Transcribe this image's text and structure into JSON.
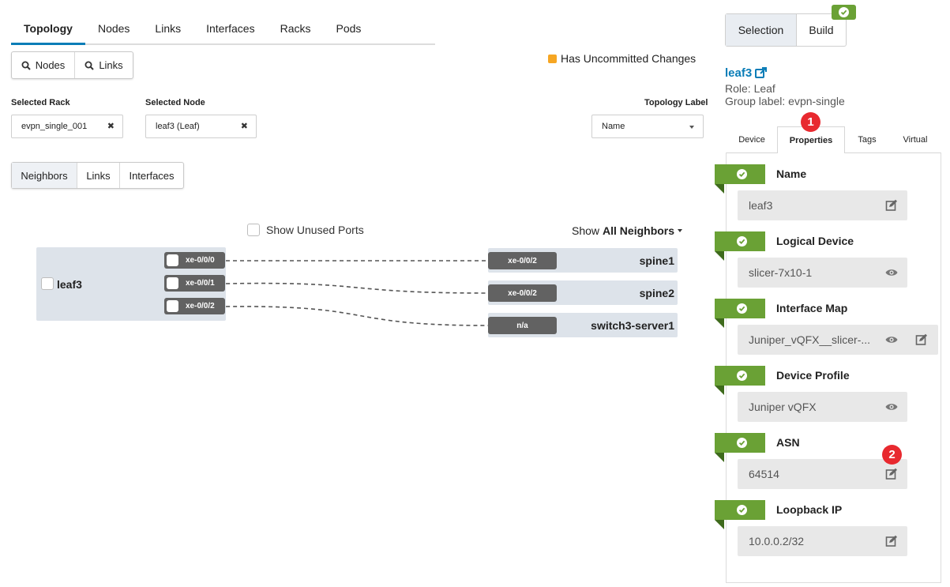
{
  "top_tabs": [
    "Topology",
    "Nodes",
    "Links",
    "Interfaces",
    "Racks",
    "Pods"
  ],
  "search_buttons": {
    "nodes": "Nodes",
    "links": "Links"
  },
  "uncommitted_label": "Has Uncommitted Changes",
  "uncommitted_color": "#f6a623",
  "selected_rack": {
    "label": "Selected Rack",
    "value": "evpn_single_001"
  },
  "selected_node": {
    "label": "Selected Node",
    "value": "leaf3 (Leaf)"
  },
  "topology_label": {
    "label": "Topology Label",
    "value": "Name"
  },
  "view_buttons": [
    "Neighbors",
    "Links",
    "Interfaces"
  ],
  "show_unused_ports": "Show Unused Ports",
  "show_neighbors": {
    "prefix": "Show",
    "value": "All Neighbors"
  },
  "node": {
    "name": "leaf3",
    "ports": [
      "xe-0/0/0",
      "xe-0/0/1",
      "xe-0/0/2"
    ]
  },
  "neighbors": [
    {
      "port": "xe-0/0/2",
      "name": "spine1"
    },
    {
      "port": "xe-0/0/2",
      "name": "spine2"
    },
    {
      "port": "n/a",
      "name": "switch3-server1"
    }
  ],
  "right_panel": {
    "mode_buttons": [
      "Selection",
      "Build"
    ],
    "device": {
      "name": "leaf3",
      "role": "Role: Leaf",
      "group": "Group label: evpn-single"
    },
    "tabs": [
      "Device",
      "Properties",
      "Tags",
      "Virtual"
    ],
    "properties": [
      {
        "label": "Name",
        "value": "leaf3",
        "icons": [
          "edit-icon"
        ]
      },
      {
        "label": "Logical Device",
        "value": "slicer-7x10-1",
        "icons": [
          "eye-icon"
        ]
      },
      {
        "label": "Interface Map",
        "value": "Juniper_vQFX__slicer-...",
        "icons": [
          "eye-icon",
          "edit-icon"
        ]
      },
      {
        "label": "Device Profile",
        "value": "Juniper vQFX",
        "icons": [
          "eye-icon"
        ]
      },
      {
        "label": "ASN",
        "value": "64514",
        "icons": [
          "edit-icon"
        ]
      },
      {
        "label": "Loopback IP",
        "value": "10.0.0.2/32",
        "icons": [
          "edit-icon"
        ]
      }
    ],
    "callouts": [
      "1",
      "2"
    ],
    "accent_green": "#6aa135",
    "link_blue": "#0a7db7",
    "callout_red": "#e8292f"
  }
}
